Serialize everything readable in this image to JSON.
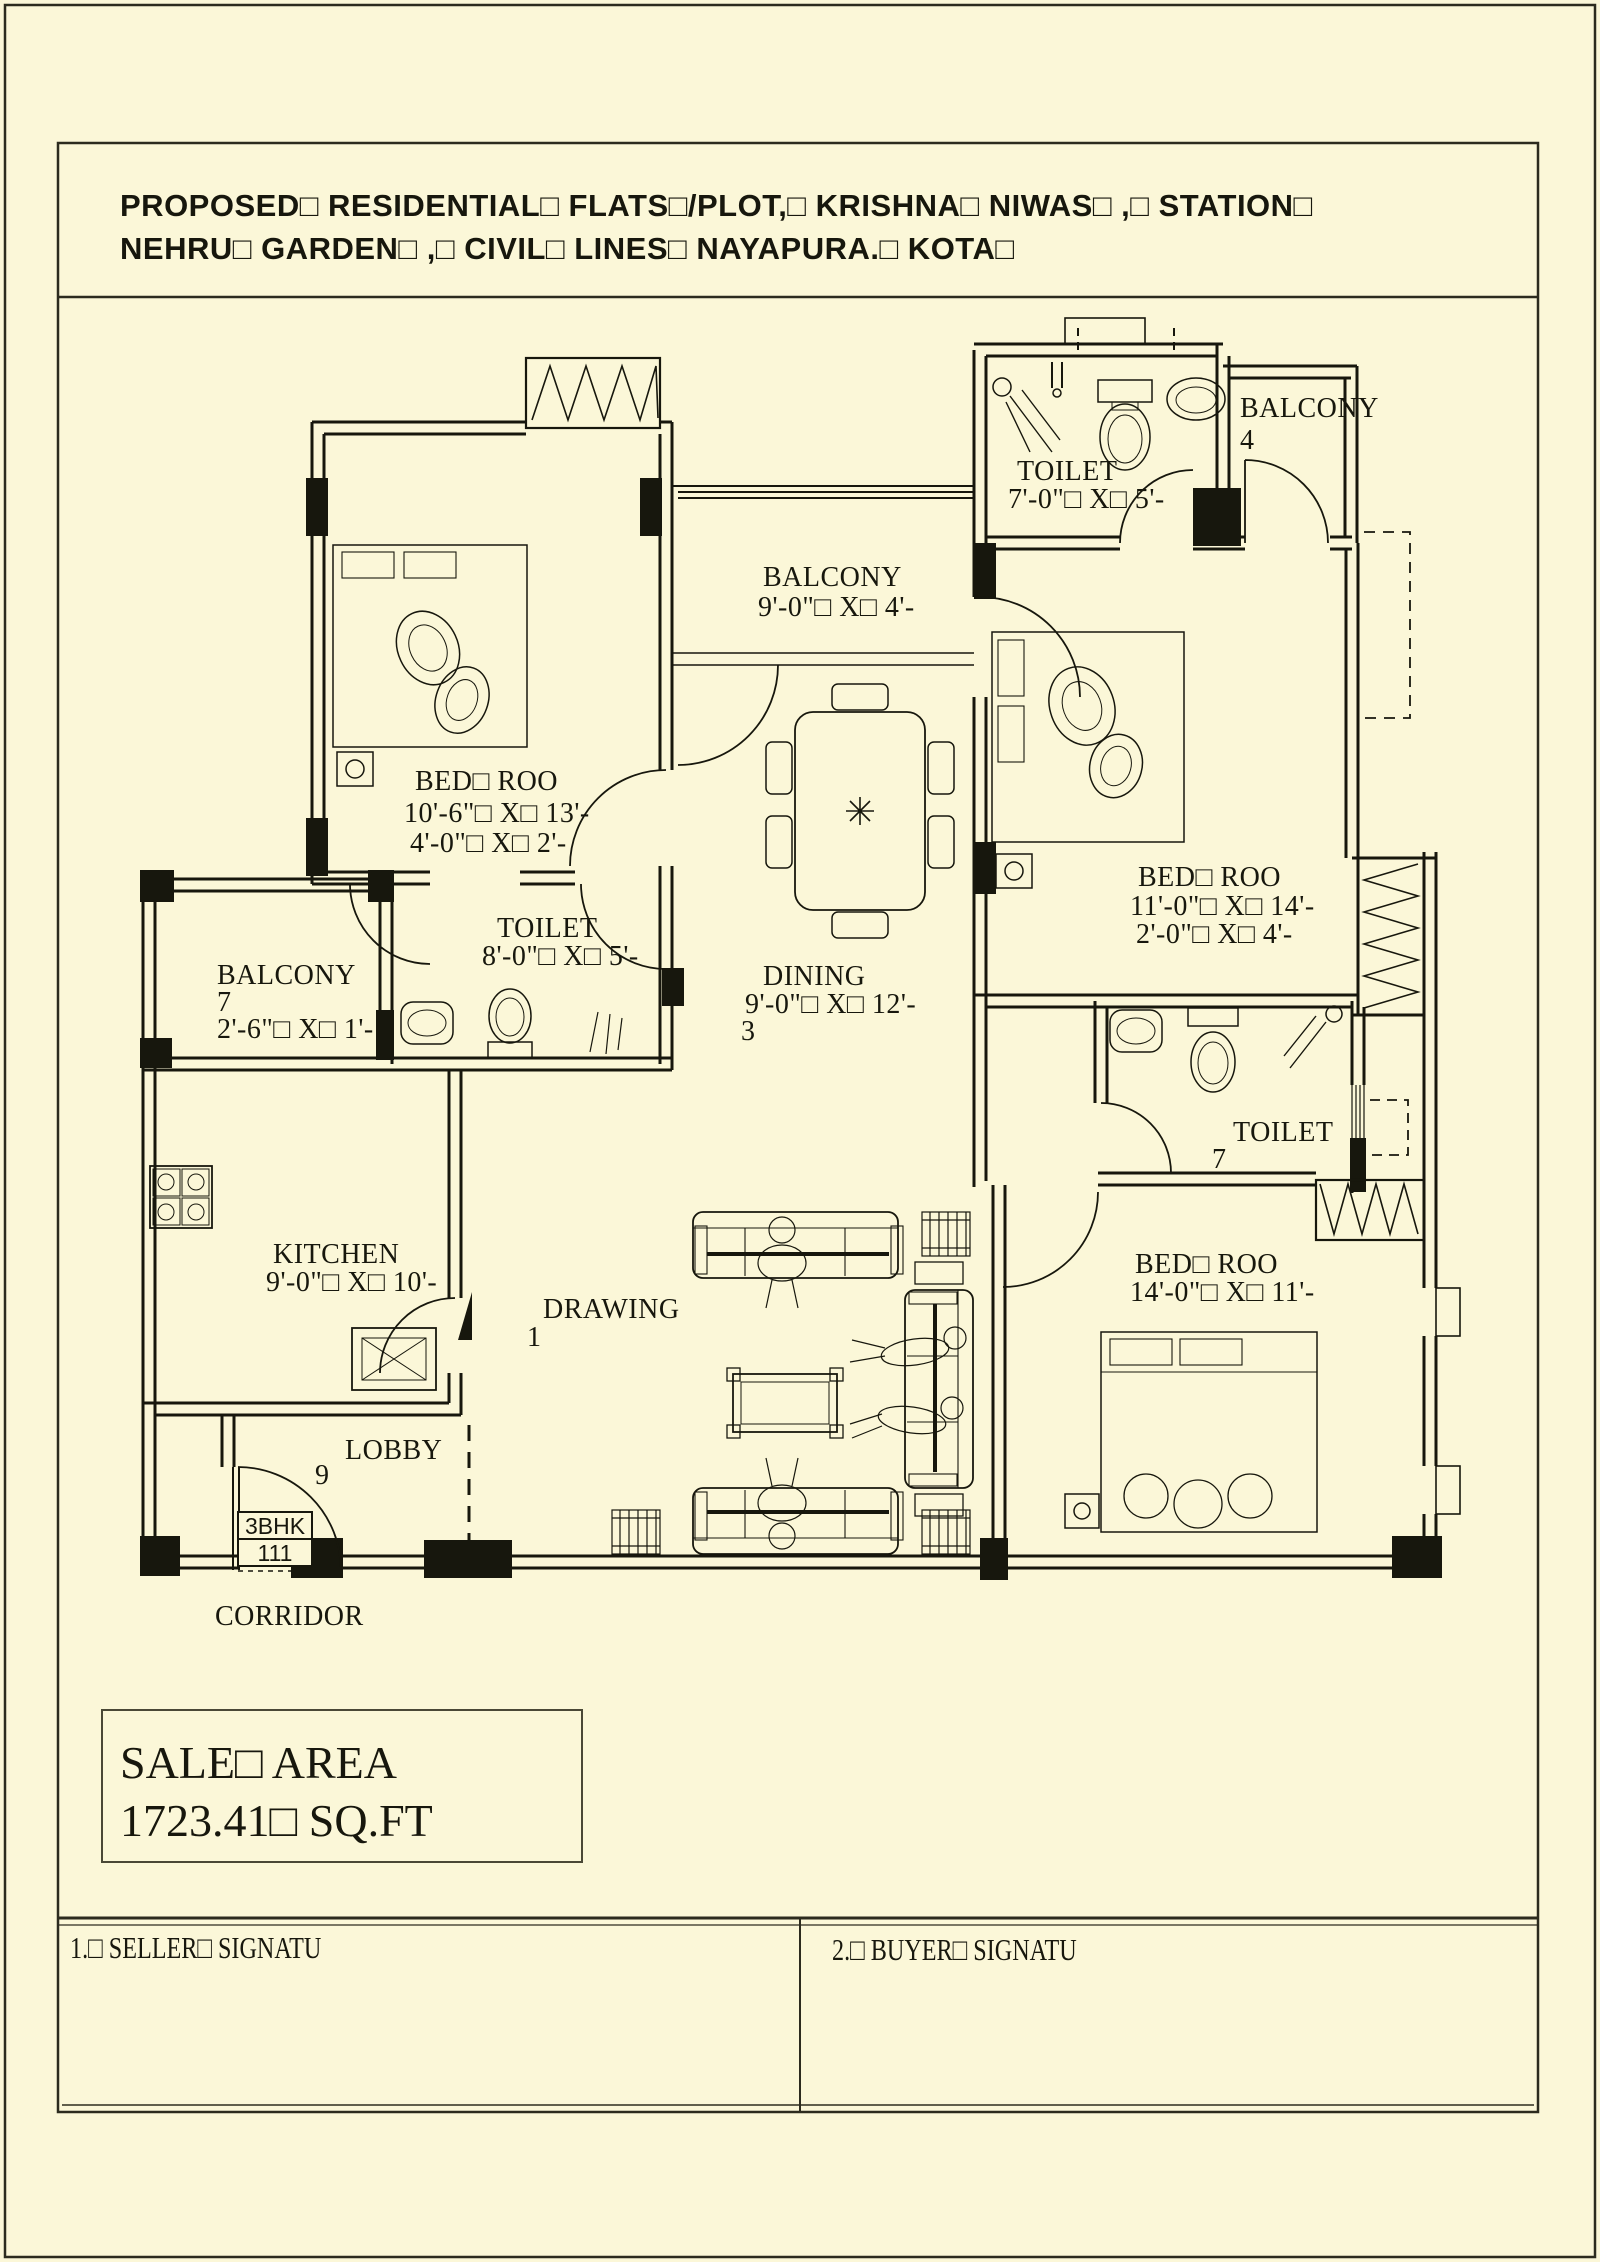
{
  "title": {
    "line1": "PROPOSED□ RESIDENTIAL□ FLATS□/PLOT,□ KRISHNA□ NIWAS□ ,□ STATION□",
    "line2": "NEHRU□ GARDEN□ ,□ CIVIL□ LINES□ NAYAPURA.□ KOTA□"
  },
  "rooms": {
    "bedroom_top_left": {
      "name": "BED□ ROO",
      "dim1": "10'-6\"□ X□ 13'-",
      "dim2": "4'-0\"□ X□ 2'-"
    },
    "balcony_top": {
      "name": "BALCONY",
      "dim1": "9'-0\"□ X□ 4'-"
    },
    "toilet_top": {
      "name": "TOILET",
      "dim1": "7'-0\"□ X□ 5'-"
    },
    "balcony_4": {
      "name": "BALCONY",
      "number": "4"
    },
    "bedroom_right": {
      "name": "BED□ ROO",
      "dim1": "11'-0\"□ X□ 14'-",
      "dim2": "2'-0\"□ X□ 4'-"
    },
    "dining": {
      "name": "DINING",
      "dim1": "9'-0\"□ X□ 12'-",
      "number": "3"
    },
    "toilet_mid": {
      "name": "TOILET",
      "dim1": "8'-0\"□ X□ 5'-"
    },
    "balcony_7": {
      "name": "BALCONY",
      "number": "7",
      "dim1": "2'-6\"□ X□ 1'-"
    },
    "kitchen": {
      "name": "KITCHEN",
      "dim1": "9'-0\"□ X□ 10'-"
    },
    "drawing": {
      "name": "DRAWING",
      "number": "1"
    },
    "toilet_7": {
      "name": "TOILET",
      "number": "7"
    },
    "bedroom_bottom_right": {
      "name": "BED□ ROO",
      "dim1": "14'-0\"□ X□ 11'-"
    },
    "lobby": {
      "name": "LOBBY",
      "number": "9"
    },
    "corridor": {
      "name": "CORRIDOR"
    }
  },
  "unit_tag": {
    "type": "3BHK",
    "number": "111"
  },
  "sale_area": {
    "label": "SALE□ AREA",
    "value": "1723.41□ SQ.FT"
  },
  "signatures": {
    "seller": "1.□ SELLER□ SIGNATU",
    "buyer": "2.□ BUYER□ SIGNATU"
  },
  "colors": {
    "paper": "#fbf7d8",
    "ink": "#17170d"
  }
}
